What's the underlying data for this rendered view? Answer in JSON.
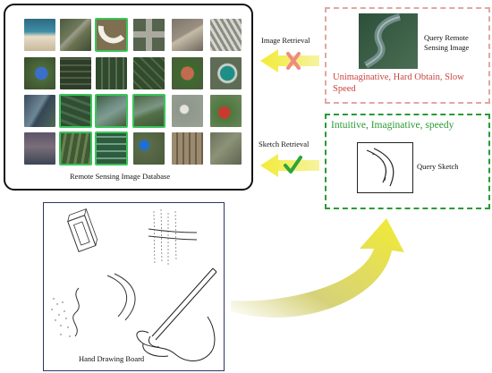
{
  "database": {
    "caption": "Remote Sensing Image Database"
  },
  "top_query": {
    "label": "Query Remote Sensing Image",
    "drawbacks": "Unimaginative, Hard Obtain, Slow Speed"
  },
  "bottom_query": {
    "benefits": "Intuitive, Imaginative, speedy",
    "label": "Query Sketch"
  },
  "arrows": {
    "image_retrieval": "Image Retrieval",
    "sketch_retrieval": "Sketch Retrieval"
  },
  "board": {
    "caption": "Hand Drawing Board"
  },
  "colors": {
    "cross": "#f08a83",
    "check": "#2ca43a",
    "arrow_yellow": "#f2eb35",
    "highlight_green": "#39c45a",
    "pink_border": "#e2a7a2",
    "green_border": "#2b9a35",
    "drawbacks_text": "#c9453f",
    "benefits_text": "#2b9a35",
    "board_border": "#2b3668"
  }
}
